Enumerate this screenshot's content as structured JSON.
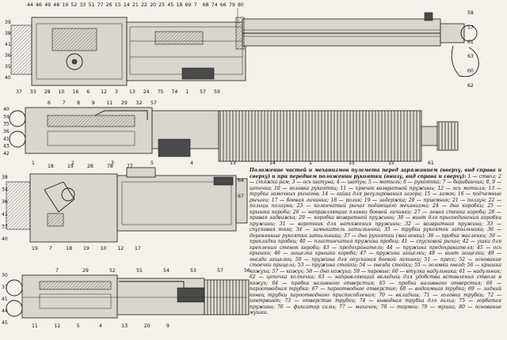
{
  "caption": {
    "title": "Положение частей и механизмов пулемета перед заряжанием (вверху, вид справа и сверху) и при переднем положении рукоятки (внизу, вид справа и сверху):",
    "legend": "1 — ствол; 2 — стяжка рам; 3 — ось шатуна; 4 — шатун; 5 — мотыль; 6 — рукоятка; 7 — барабанчик; 8, 9 — цепочка; 10 — головка рукоятки; 11 — крючок возвратной пружины; 12 — ось мотыля; 13 — трубка замочных рычагов; 14 — гайка для регулирования зазора; 15 — замок; 16 — подъемные рычаги; 17 — боевая личинка; 18 — ролик; 19 — задержка; 20 — приемник; 21 — ползун; 22 — пальцы ползуна; 23 — коленчатый рычаг подающего механизма; 24 — дно коробки; 25 — крышка короба; 26 — направляющие планки боевой личинки; 27 — левая стенка короба; 28 — правая задвижка; 29 — коробка возвратной пружины; 30 — винт для присоединения коробки пружины; 31 — воротник для натяжения пружины; 32 — возвратная пружина; 33 — спусковая тяга; 34 — замыкатель затыльника; 35 — трубка рукояток затыльника; 36 — деревянные рукоятки затыльника; 37 — дно рукоятки (масленки); 38 — пробка масленки; 39 — прокладка пробки; 40 — пластинчатая пружина пробки; 41 — спусковой рычаг; 42 — ушки для крепления стенок короба; 43 — предохранитель; 44 — пружина предохранителя; 45 — ось крышки; 46 — защелка крышки короба; 47 — пружина защелки; 48 — винт защелки; 49 — гнезда защелки; 50 — пружина для опускания боевой личинки; 51 — пресс; 52 — основание стоечки прицела; 53 — пружина стойки; 54 — гнезда стойки; 55 — головка гнезд; 56 — крышка кожуха; 57 — кожух; 58 — дно кожуха; 59 — паровые; 60 — втулка надульника; 61 — надульник; 62 — цепочка колпачка; 63 — направляющий вкладыш для удобства вставления ствола в кожух; 64 — пробка наливного отверстия; 65 — пробка наливного отверстия; 66 — пароотводная трубка; 67 — пароотводное отверстие; 68 — водоимная трубка; 69 — задний конец трубки пароотводного приспособления; 70 — вкладыш; 71 — головка трубки; 72 — контрвинт; 73 — отверстие трубки; 74 — выводная трубка для гильз; 75 — горбатая пружина; 76 — фиксатор силы; 77 — махачок; 78 — тормоз; 79 — мушка; 80 — основание мушки."
  },
  "views": {
    "v1": {
      "top": [
        "44",
        "46",
        "49",
        "48",
        "19",
        "52",
        "33",
        "51",
        "77",
        "26",
        "15",
        "14",
        "21",
        "22",
        "20",
        "25",
        "45",
        "18",
        "69",
        "7",
        "68",
        "74",
        "66",
        "79",
        "80"
      ],
      "left": [
        "39",
        "38",
        "41",
        "36",
        "35",
        "40"
      ],
      "right": [
        "58",
        "57",
        "61",
        "63",
        "60",
        "62"
      ],
      "bottom": [
        "37",
        "33",
        "28",
        "10",
        "16",
        "6",
        "12",
        "3",
        "13",
        "24",
        "75",
        "74",
        "1",
        "57",
        "59"
      ]
    },
    "v2": {
      "top": [
        "6",
        "7",
        "8",
        "9",
        "11",
        "29",
        "32",
        "57"
      ],
      "left": [
        "40",
        "34",
        "35",
        "36",
        "41",
        "43",
        "42"
      ],
      "bottom": [
        "1",
        "2",
        "3",
        "5",
        "4",
        "13",
        "14",
        "1",
        "15",
        "15",
        "61"
      ]
    },
    "v3": {
      "top": [
        "18",
        "19",
        "28",
        "78",
        "77"
      ],
      "left": [
        "38",
        "34",
        "36",
        "41",
        "37",
        "40"
      ],
      "bottom": [
        "19",
        "7",
        "18",
        "19",
        "10",
        "12",
        "17"
      ],
      "right": [
        "64",
        "67"
      ]
    },
    "v4": {
      "top": [
        "7",
        "29",
        "52",
        "55",
        "54",
        "53",
        "57",
        "56"
      ],
      "left": [
        "30",
        "37",
        "41",
        "44",
        "45"
      ],
      "bottom": [
        "11",
        "12",
        "5",
        "4",
        "13",
        "20",
        "9"
      ]
    }
  }
}
